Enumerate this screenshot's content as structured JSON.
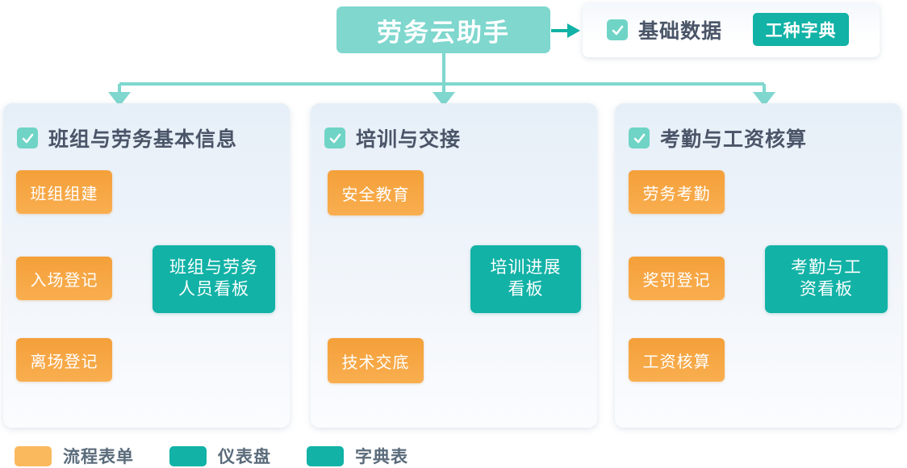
{
  "title": {
    "text": "劳务云助手"
  },
  "basic_card": {
    "checkbox_icon": "checkbox-checked-icon",
    "label": "基础数据",
    "button_label": "工种字典"
  },
  "panels": [
    {
      "checkbox_icon": "checkbox-checked-icon",
      "title": "班组与劳务基本信息",
      "forms": [
        "班组组建",
        "入场登记",
        "离场登记"
      ],
      "dashboard": {
        "line1": "班组与劳务",
        "line2": "人员看板"
      }
    },
    {
      "checkbox_icon": "checkbox-checked-icon",
      "title": "培训与交接",
      "forms": [
        "安全教育",
        "技术交底"
      ],
      "dashboard": {
        "line1": "培训进展",
        "line2": "看板"
      }
    },
    {
      "checkbox_icon": "checkbox-checked-icon",
      "title": "考勤与工资核算",
      "forms": [
        "劳务考勤",
        "奖罚登记",
        "工资核算"
      ],
      "dashboard": {
        "line1": "考勤与工",
        "line2": "资看板"
      }
    }
  ],
  "legend": [
    {
      "swatch": "orange",
      "label": "流程表单",
      "color": "#FBB95E"
    },
    {
      "swatch": "teal",
      "label": "仪表盘",
      "color": "#12B2A6"
    },
    {
      "swatch": "teal",
      "label": "字典表",
      "color": "#12B2A6"
    }
  ],
  "colors": {
    "title_box": "#7FD7CE",
    "connector_light": "#7FD7CE",
    "connector_dark": "#12B2A6",
    "form_orange": "#F4A03A",
    "dashboard_teal": "#12B2A6",
    "panel_bg_top": "#E6EFF8",
    "header_text": "#4A5568",
    "triangle": "#F9D3A4"
  }
}
